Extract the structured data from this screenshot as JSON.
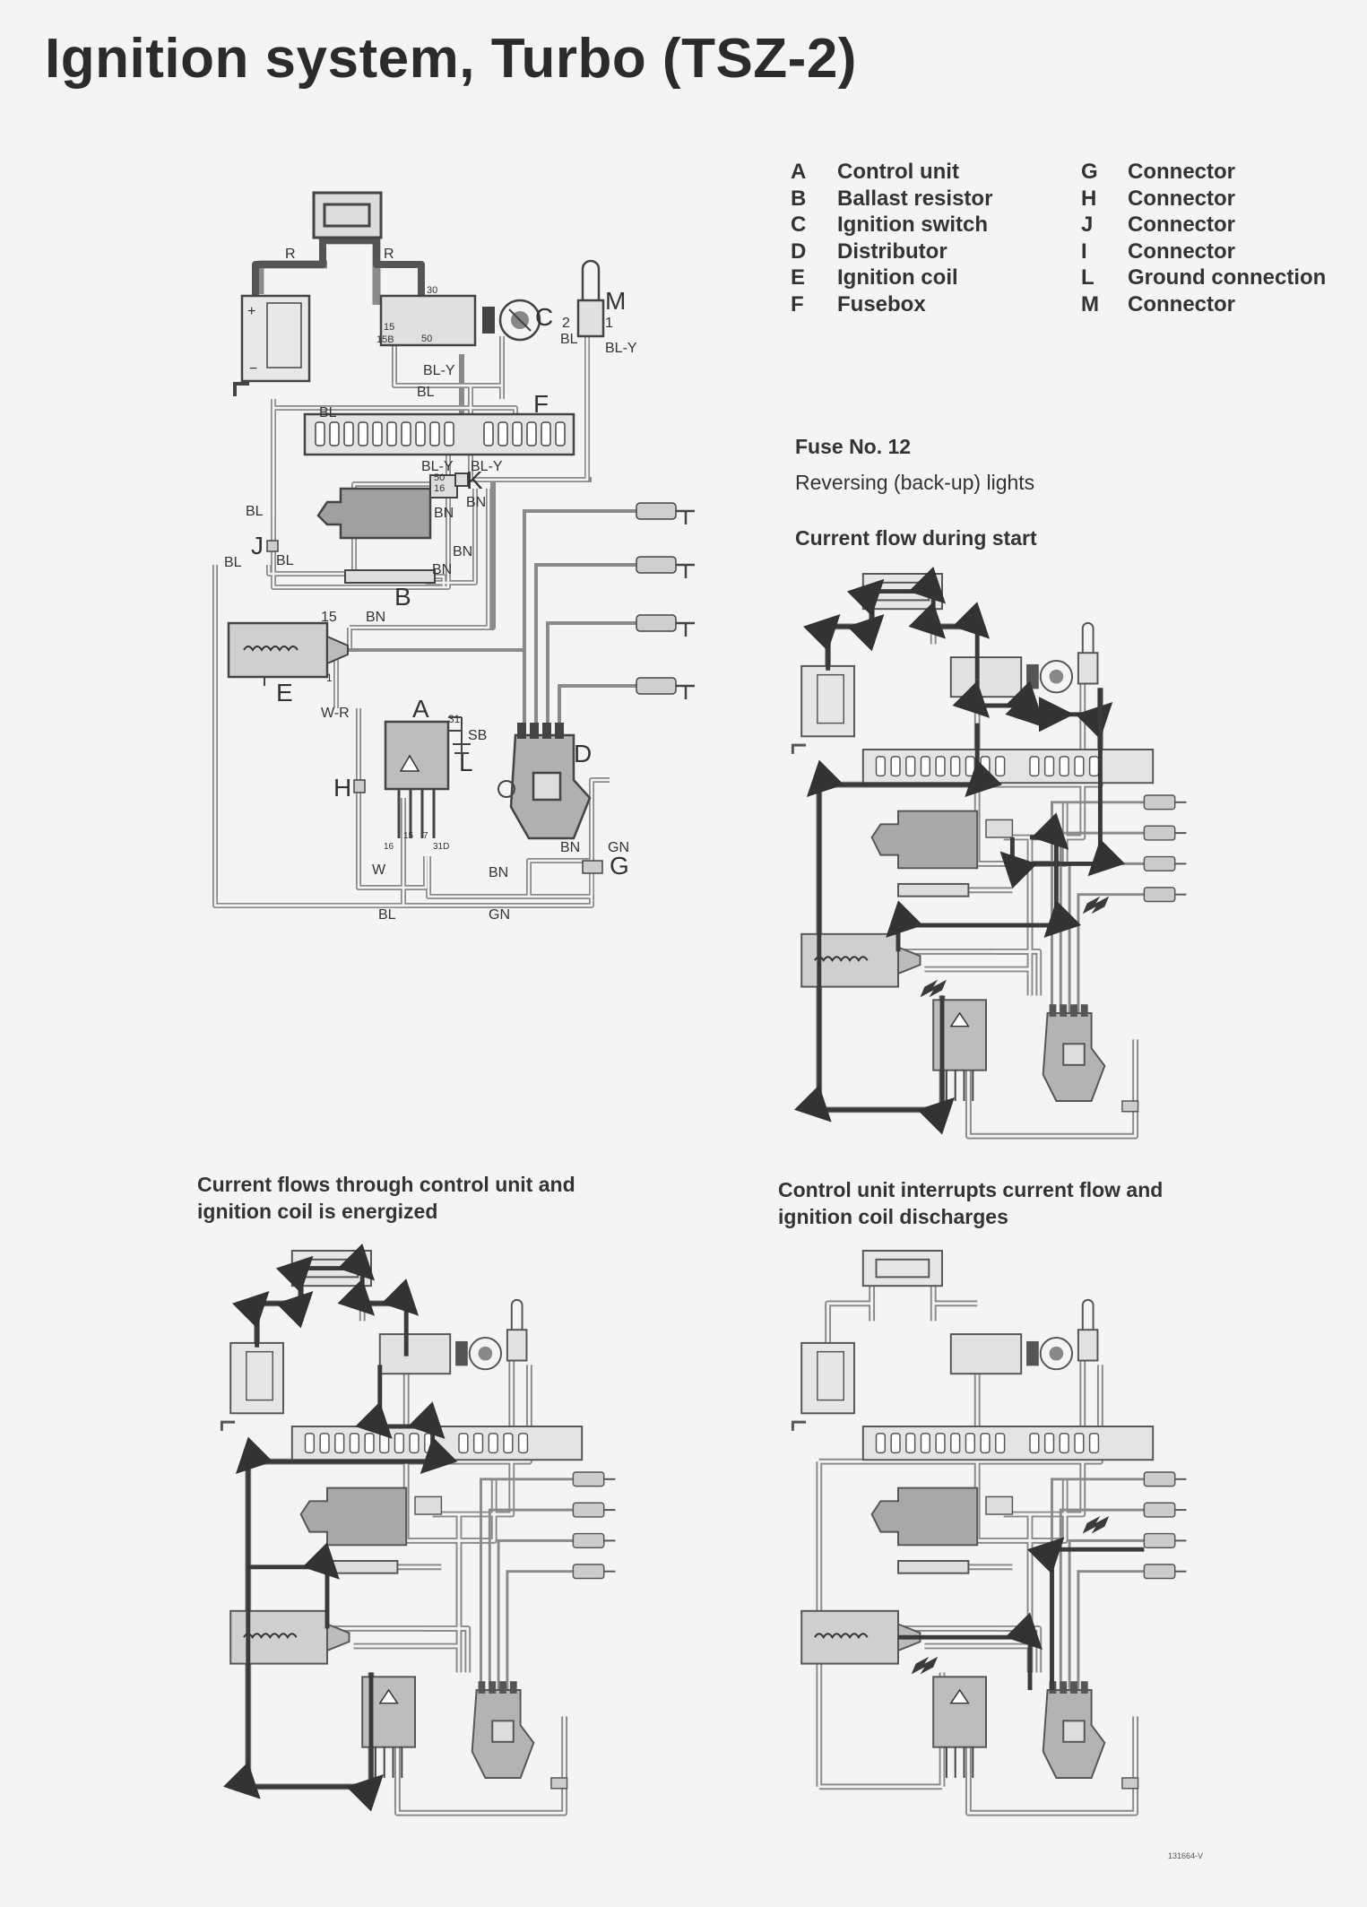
{
  "title": "Ignition system, Turbo (TSZ-2)",
  "legend_left": [
    {
      "key": "A",
      "label": "Control unit"
    },
    {
      "key": "B",
      "label": "Ballast resistor"
    },
    {
      "key": "C",
      "label": "Ignition switch"
    },
    {
      "key": "D",
      "label": "Distributor"
    },
    {
      "key": "E",
      "label": "Ignition coil"
    },
    {
      "key": "F",
      "label": "Fusebox"
    }
  ],
  "legend_right": [
    {
      "key": "G",
      "label": "Connector"
    },
    {
      "key": "H",
      "label": "Connector"
    },
    {
      "key": "J",
      "label": "Connector"
    },
    {
      "key": "I",
      "label": "Connector"
    },
    {
      "key": "L",
      "label": "Ground connection"
    },
    {
      "key": "M",
      "label": "Connector"
    }
  ],
  "fuse": {
    "title": "Fuse No. 12",
    "desc": "Reversing (back-up) lights"
  },
  "captions": {
    "start": "Current flow during start",
    "energize": "Current flows through control unit and ignition coil is energized",
    "discharge": "Control unit interrupts current flow and ignition coil discharges"
  },
  "main_diagram": {
    "component_letters": [
      "A",
      "B",
      "C",
      "D",
      "E",
      "F",
      "G",
      "H",
      "J",
      "K",
      "L",
      "M"
    ],
    "wire_labels": [
      "R",
      "R",
      "BL-Y",
      "BL",
      "BL",
      "BL-Y",
      "BL-Y",
      "BL-Y",
      "BL",
      "BN",
      "BN",
      "BN",
      "BL",
      "BL",
      "BL",
      "BN",
      "BN",
      "W-R",
      "SB",
      "BN",
      "GN",
      "W",
      "BN",
      "BL",
      "GN"
    ],
    "terminal_labels": [
      "30",
      "15",
      "50",
      "15B",
      "2",
      "1",
      "50",
      "16",
      "15",
      "1",
      "31",
      "16",
      "15",
      "7",
      "31D"
    ]
  },
  "reference": "131664-V",
  "colors": {
    "wire": "#8a8a8a",
    "current": "#3a3a3a",
    "component": "#9a9a9a"
  }
}
